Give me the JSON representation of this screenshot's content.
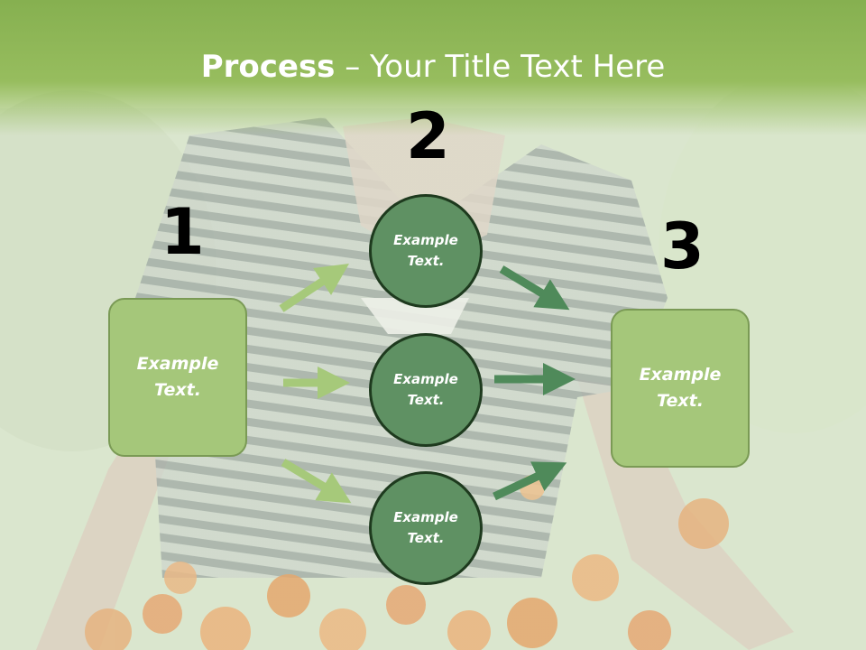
{
  "title": {
    "bold": "Process",
    "rest": " – Your Title Text Here"
  },
  "numbers": [
    "1",
    "2",
    "3"
  ],
  "left_box": {
    "text": "Example Text."
  },
  "right_box": {
    "text": "Example Text."
  },
  "circles": [
    {
      "text": "Example Text."
    },
    {
      "text": "Example Text."
    },
    {
      "text": "Example Text."
    }
  ],
  "colors": {
    "title_band": "#86b050",
    "box_fill": "#a5c77a",
    "circle_fill": "#5f9163",
    "arrow_light": "#a6c97a",
    "arrow_dark": "#4f8a5a"
  }
}
